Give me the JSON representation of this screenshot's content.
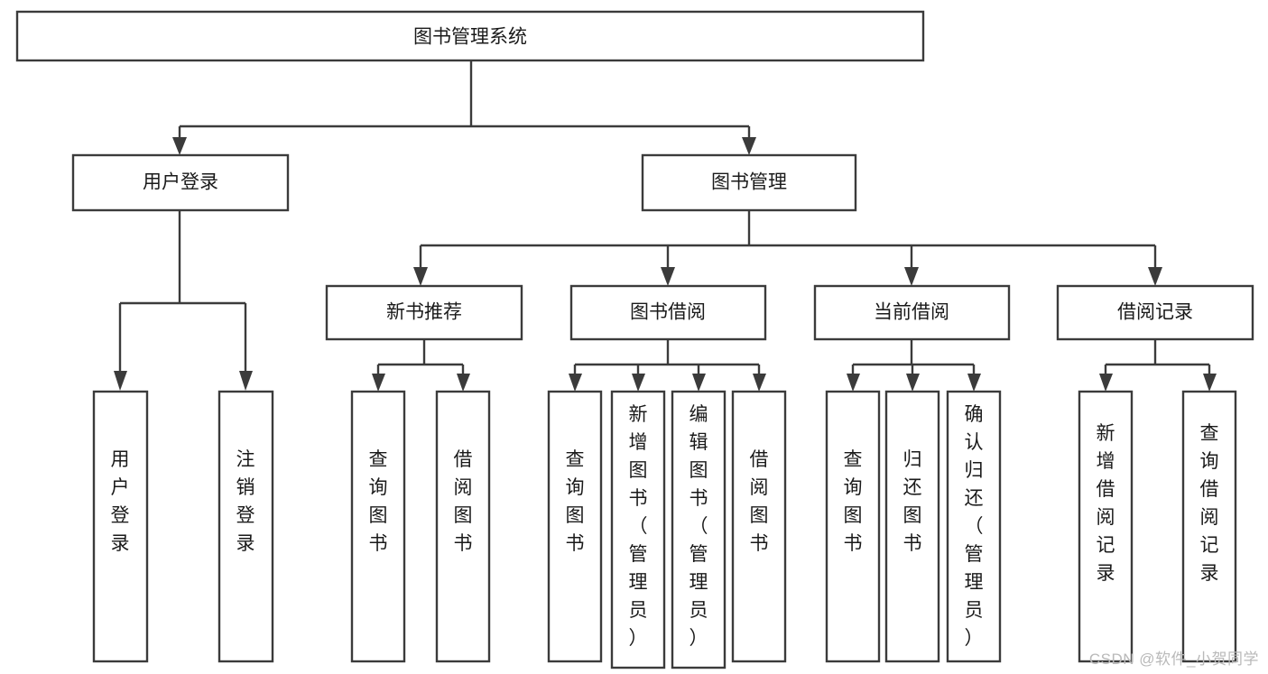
{
  "diagram": {
    "type": "tree-hierarchy-chart",
    "title": "图书管理系统",
    "watermark": "CSDN @软件_小贺同学",
    "colors": {
      "box_stroke": "#3b3b3b",
      "box_fill": "#ffffff",
      "text": "#1a1a1a",
      "connector": "#3b3b3b",
      "background": "#ffffff",
      "watermark": "#b9b9b9"
    },
    "levels": [
      {
        "level": 1,
        "nodes": [
          {
            "id": "root",
            "label": "图书管理系统",
            "orientation": "horizontal"
          }
        ]
      },
      {
        "level": 2,
        "nodes": [
          {
            "id": "login",
            "label": "用户登录",
            "orientation": "horizontal",
            "parent": "root"
          },
          {
            "id": "bookmgmt",
            "label": "图书管理",
            "orientation": "horizontal",
            "parent": "root"
          }
        ]
      },
      {
        "level": 3,
        "nodes": [
          {
            "id": "newbook",
            "label": "新书推荐",
            "orientation": "horizontal",
            "parent": "bookmgmt"
          },
          {
            "id": "borrow",
            "label": "图书借阅",
            "orientation": "horizontal",
            "parent": "bookmgmt"
          },
          {
            "id": "current",
            "label": "当前借阅",
            "orientation": "horizontal",
            "parent": "bookmgmt"
          },
          {
            "id": "record",
            "label": "借阅记录",
            "orientation": "horizontal",
            "parent": "bookmgmt"
          }
        ]
      },
      {
        "level": 4,
        "nodes": [
          {
            "id": "leaf-1",
            "label": "用户登录",
            "orientation": "vertical",
            "parent": "login"
          },
          {
            "id": "leaf-2",
            "label": "注销登录",
            "orientation": "vertical",
            "parent": "login"
          },
          {
            "id": "leaf-3",
            "label": "查询图书",
            "orientation": "vertical",
            "parent": "newbook"
          },
          {
            "id": "leaf-4",
            "label": "借阅图书",
            "orientation": "vertical",
            "parent": "newbook"
          },
          {
            "id": "leaf-5",
            "label": "查询图书",
            "orientation": "vertical",
            "parent": "borrow"
          },
          {
            "id": "leaf-6",
            "label": "新增图书（管理员）",
            "orientation": "vertical",
            "parent": "borrow"
          },
          {
            "id": "leaf-7",
            "label": "编辑图书（管理员）",
            "orientation": "vertical",
            "parent": "borrow"
          },
          {
            "id": "leaf-8",
            "label": "借阅图书",
            "orientation": "vertical",
            "parent": "borrow"
          },
          {
            "id": "leaf-9",
            "label": "查询图书",
            "orientation": "vertical",
            "parent": "current"
          },
          {
            "id": "leaf-10",
            "label": "归还图书",
            "orientation": "vertical",
            "parent": "current"
          },
          {
            "id": "leaf-11",
            "label": "确认归还（管理员）",
            "orientation": "vertical",
            "parent": "current"
          },
          {
            "id": "leaf-12",
            "label": "新增借阅记录",
            "orientation": "vertical",
            "parent": "record"
          },
          {
            "id": "leaf-13",
            "label": "查询借阅记录",
            "orientation": "vertical",
            "parent": "record"
          }
        ]
      }
    ]
  }
}
